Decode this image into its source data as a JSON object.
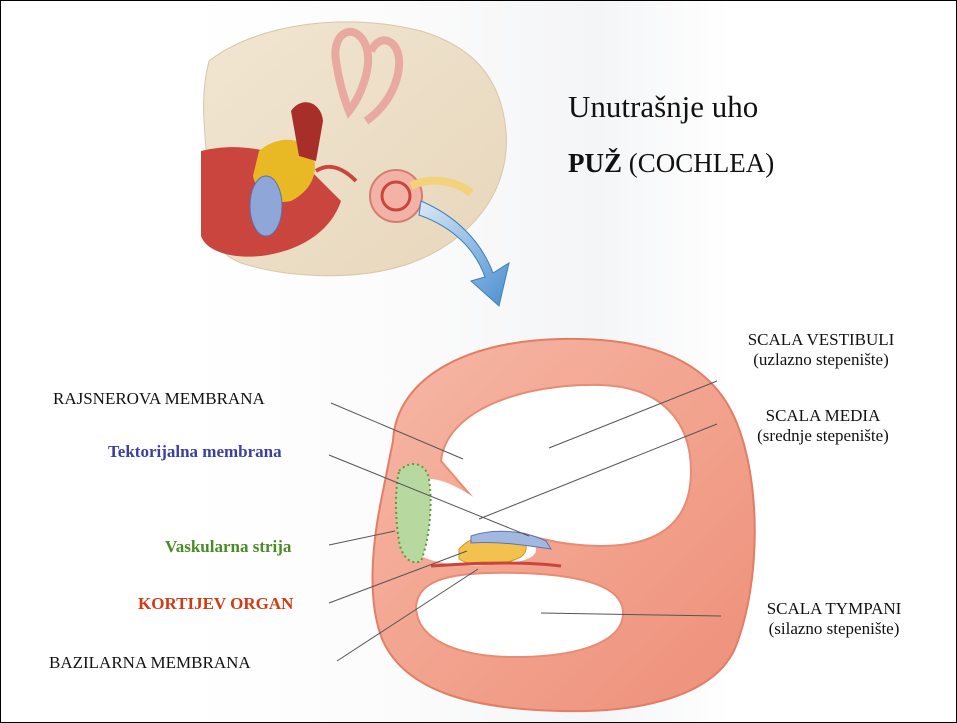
{
  "slide": {
    "title": "Unutrašnje uho",
    "subtitle_bold": "PUŽ",
    "subtitle_rest": " (COCHLEA)"
  },
  "labels": {
    "rajsnerova": "RAJSNEROVA MEMBRANA",
    "tektorijalna": "Tektorijalna membrana",
    "vaskularna": "Vaskularna strija",
    "kortijev": "KORTIJEV ORGAN",
    "bazilarna": "BAZILARNA MEMBRANA",
    "scala_vestibuli": "SCALA VESTIBULI",
    "scala_vestibuli_sub": "(uzlazno stepenište)",
    "scala_media": "SCALA MEDIA",
    "scala_media_sub": "(srednje stepenište)",
    "scala_tympani": "SCALA TYMPANI",
    "scala_tympani_sub": "(silazno stepenište)"
  },
  "colors": {
    "tektorijalna": "#3b3fa0",
    "vaskularna": "#4b8b23",
    "kortijev": "#d23a12",
    "tissue": "#f3a48e",
    "arrow": "#5b9bd5"
  }
}
